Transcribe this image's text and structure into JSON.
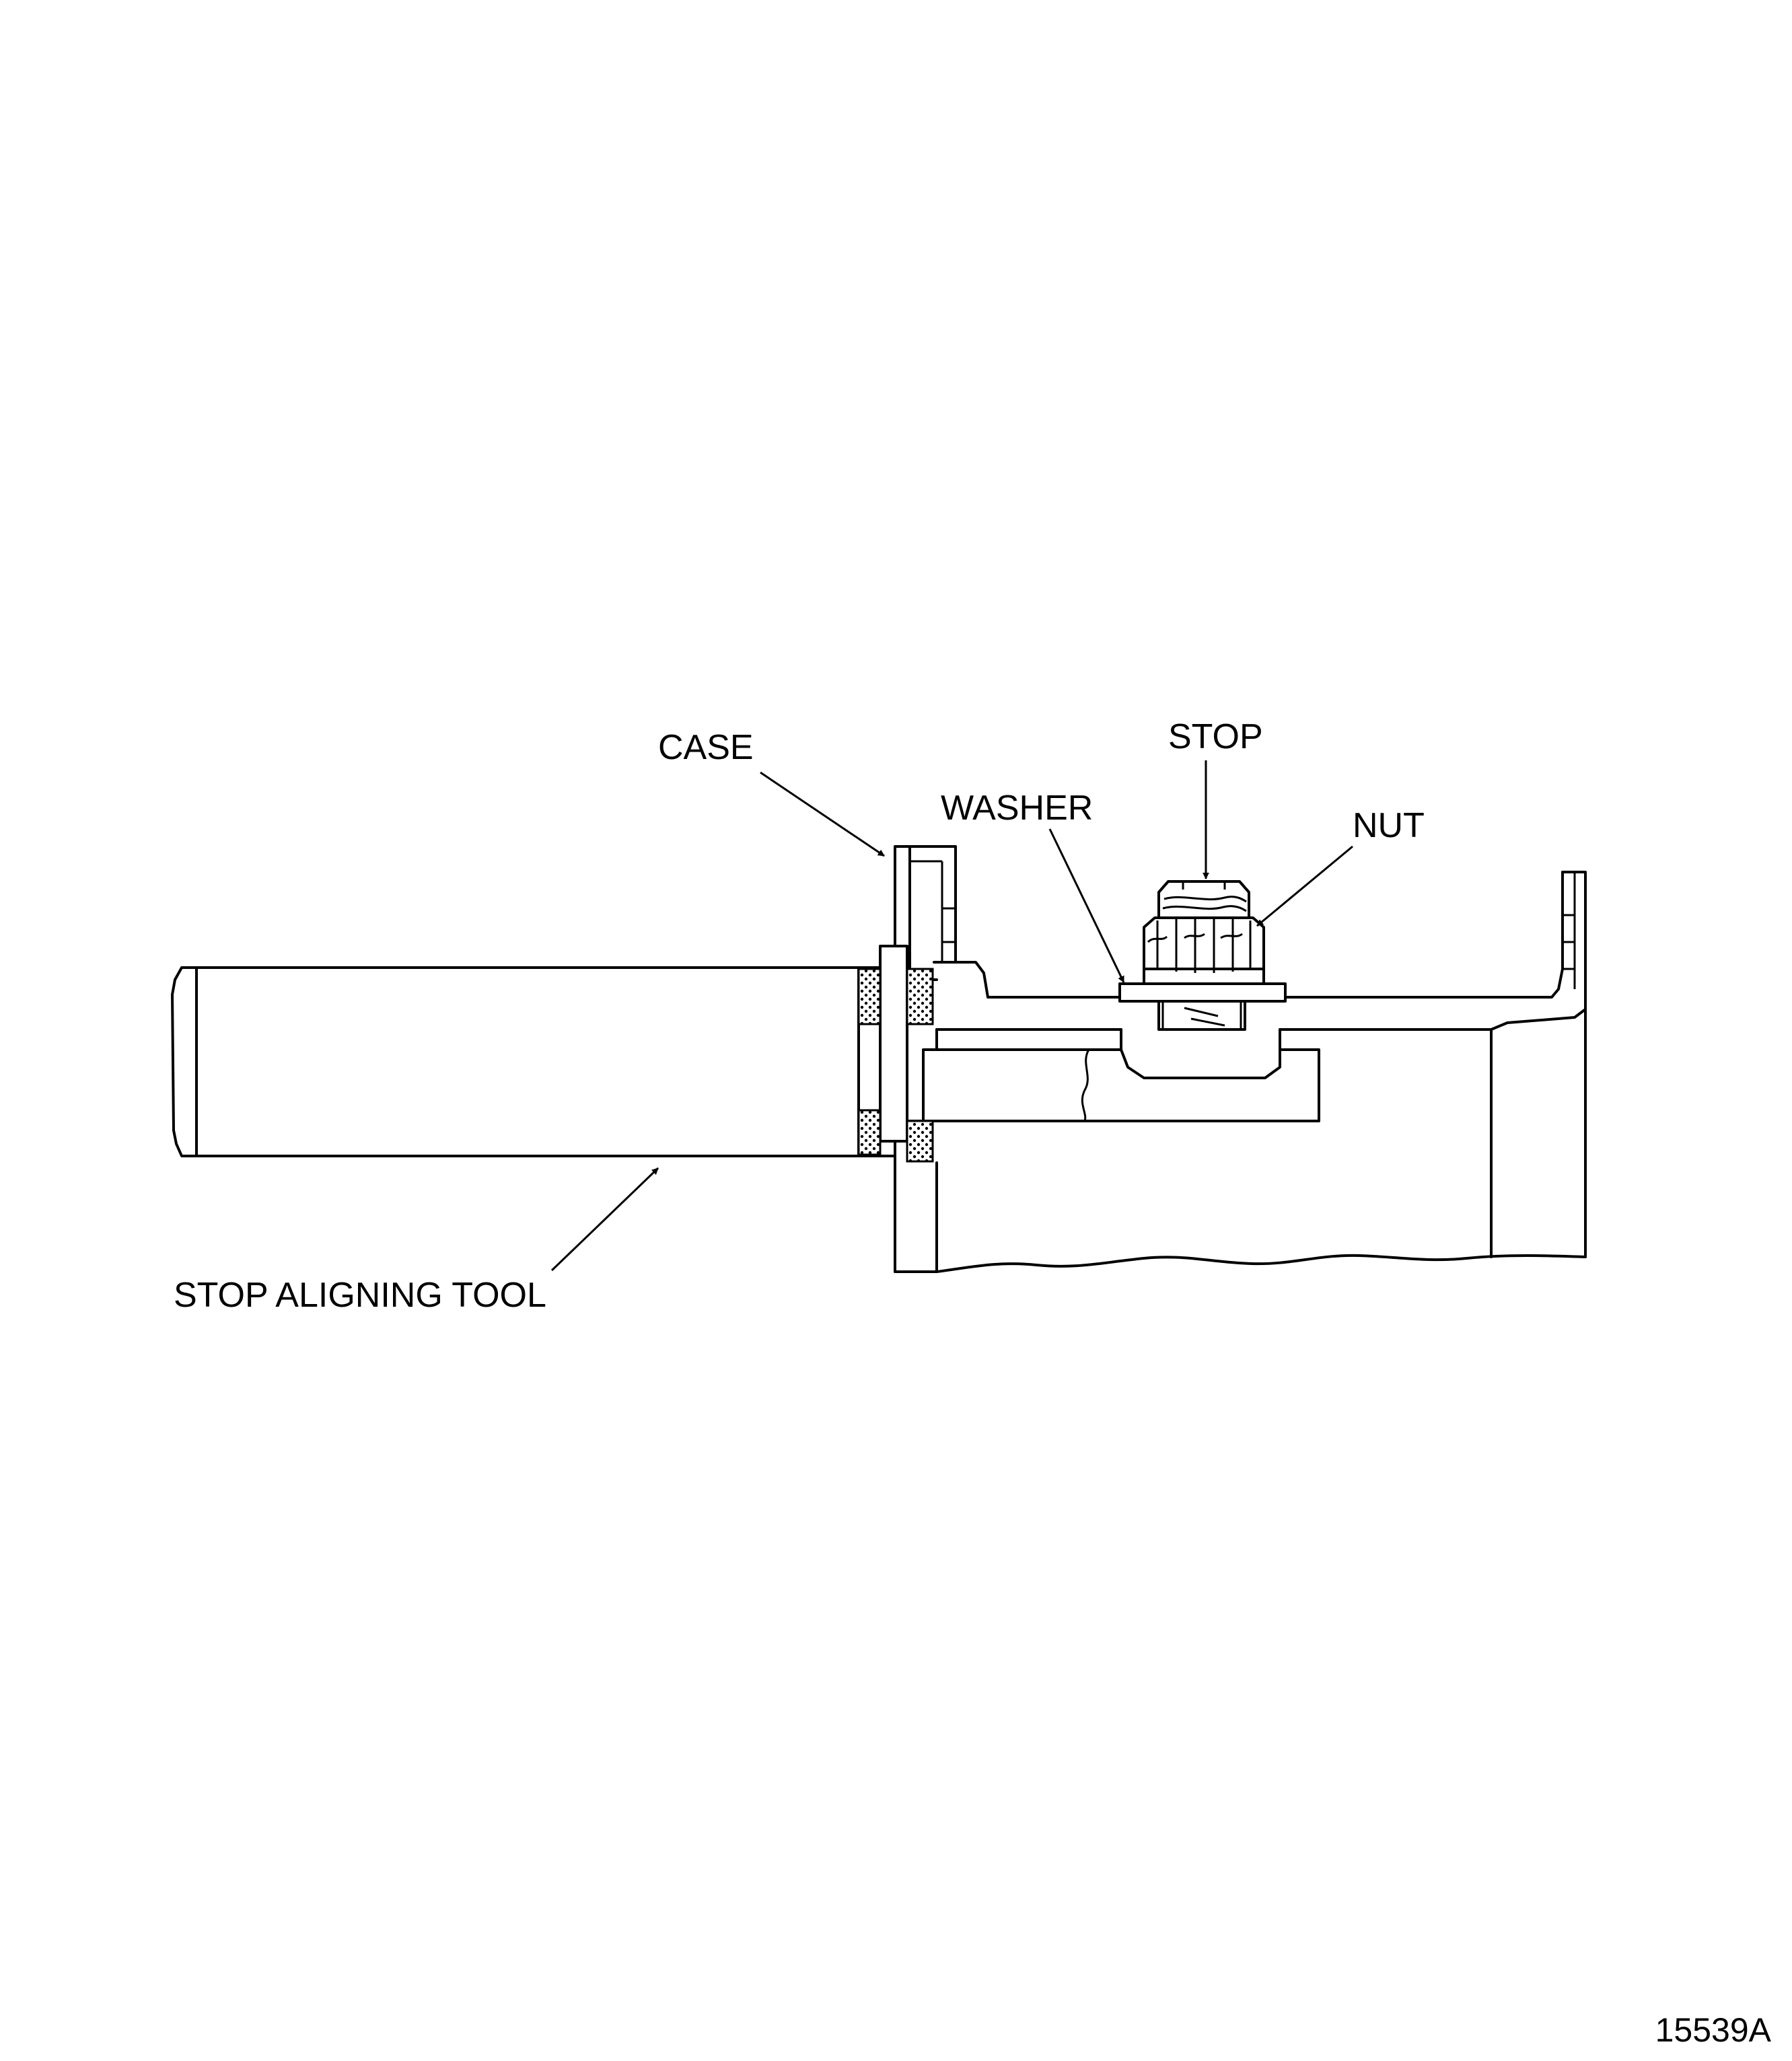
{
  "figure": {
    "number": "15539A",
    "callouts": {
      "case": "CASE",
      "stop": "STOP",
      "washer": "WASHER",
      "nut": "NUT",
      "stop_aligning_tool": "STOP ALIGNING TOOL"
    }
  },
  "colors": {
    "ink": "#000000",
    "paper": "#ffffff"
  }
}
